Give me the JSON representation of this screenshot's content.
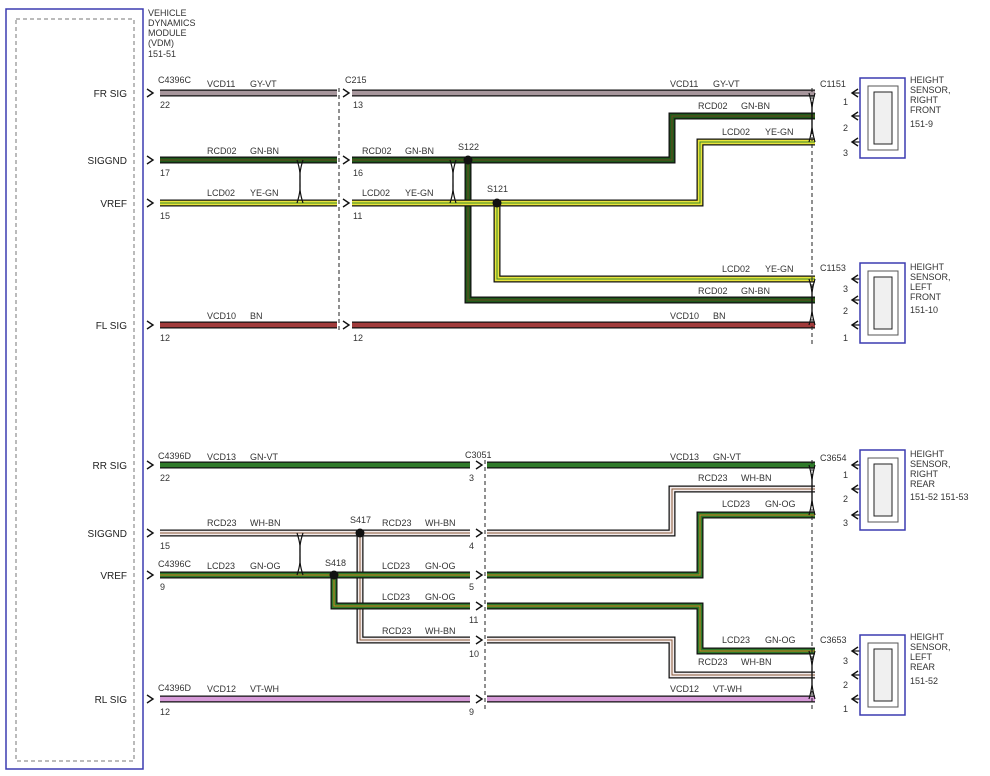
{
  "module": {
    "name_lines": [
      "VEHICLE",
      "DYNAMICS",
      "MODULE",
      "(VDM)"
    ],
    "ref": "151-51"
  },
  "colors": {
    "GY-VT": "#a7969c",
    "GN-BN": "#1f5a1a",
    "YE-GN": "#e9e43c",
    "BN": "#a13b3b",
    "GN-VT": "#2f7a2a",
    "WH-BN": "#f4ecec",
    "GN-OG": "#2f7a2a",
    "VT-WH": "#d69ad8",
    "module_border": "#3b3bb0"
  },
  "pins_left": [
    {
      "label": "FR SIG",
      "pin": "22"
    },
    {
      "label": "SIGGND",
      "pin": "17"
    },
    {
      "label": "VREF",
      "pin": "15"
    },
    {
      "label": "FL SIG",
      "pin": "12"
    },
    {
      "label": "RR SIG",
      "pin": "22"
    },
    {
      "label": "SIGGND",
      "pin": "15"
    },
    {
      "label": "VREF",
      "pin": "9"
    },
    {
      "label": "RL SIG",
      "pin": "12"
    }
  ],
  "connectors": {
    "c4396c_top": "C4396C",
    "c4396d_rr": "C4396D",
    "c4396c_vref": "C4396C",
    "c4396d_rl": "C4396D",
    "c215": "C215",
    "c3051": "C3051",
    "c1151": "C1151",
    "c1153": "C1153",
    "c3654": "C3654",
    "c3653": "C3653"
  },
  "splices": [
    "S122",
    "S121",
    "S417",
    "S418"
  ],
  "wires": [
    {
      "circuit": "VCD11",
      "color": "GY-VT"
    },
    {
      "circuit": "RCD02",
      "color": "GN-BN"
    },
    {
      "circuit": "LCD02",
      "color": "YE-GN"
    },
    {
      "circuit": "VCD10",
      "color": "BN"
    },
    {
      "circuit": "VCD13",
      "color": "GN-VT"
    },
    {
      "circuit": "RCD23",
      "color": "WH-BN"
    },
    {
      "circuit": "LCD23",
      "color": "GN-OG"
    },
    {
      "circuit": "VCD12",
      "color": "VT-WH"
    }
  ],
  "mid_pins": {
    "c215": [
      "13",
      "16",
      "11",
      "12"
    ],
    "c3051": [
      "3",
      "4",
      "5",
      "11",
      "10",
      "9"
    ]
  },
  "sensors": [
    {
      "lines": [
        "HEIGHT",
        "SENSOR,",
        "RIGHT",
        "FRONT"
      ],
      "ref": "151-9"
    },
    {
      "lines": [
        "HEIGHT",
        "SENSOR,",
        "LEFT",
        "FRONT"
      ],
      "ref": "151-10"
    },
    {
      "lines": [
        "HEIGHT",
        "SENSOR,",
        "RIGHT",
        "REAR"
      ],
      "ref": "151-52   151-53"
    },
    {
      "lines": [
        "HEIGHT",
        "SENSOR,",
        "LEFT",
        "REAR"
      ],
      "ref": "151-52"
    }
  ],
  "sensor_pins": [
    "1",
    "2",
    "3"
  ]
}
